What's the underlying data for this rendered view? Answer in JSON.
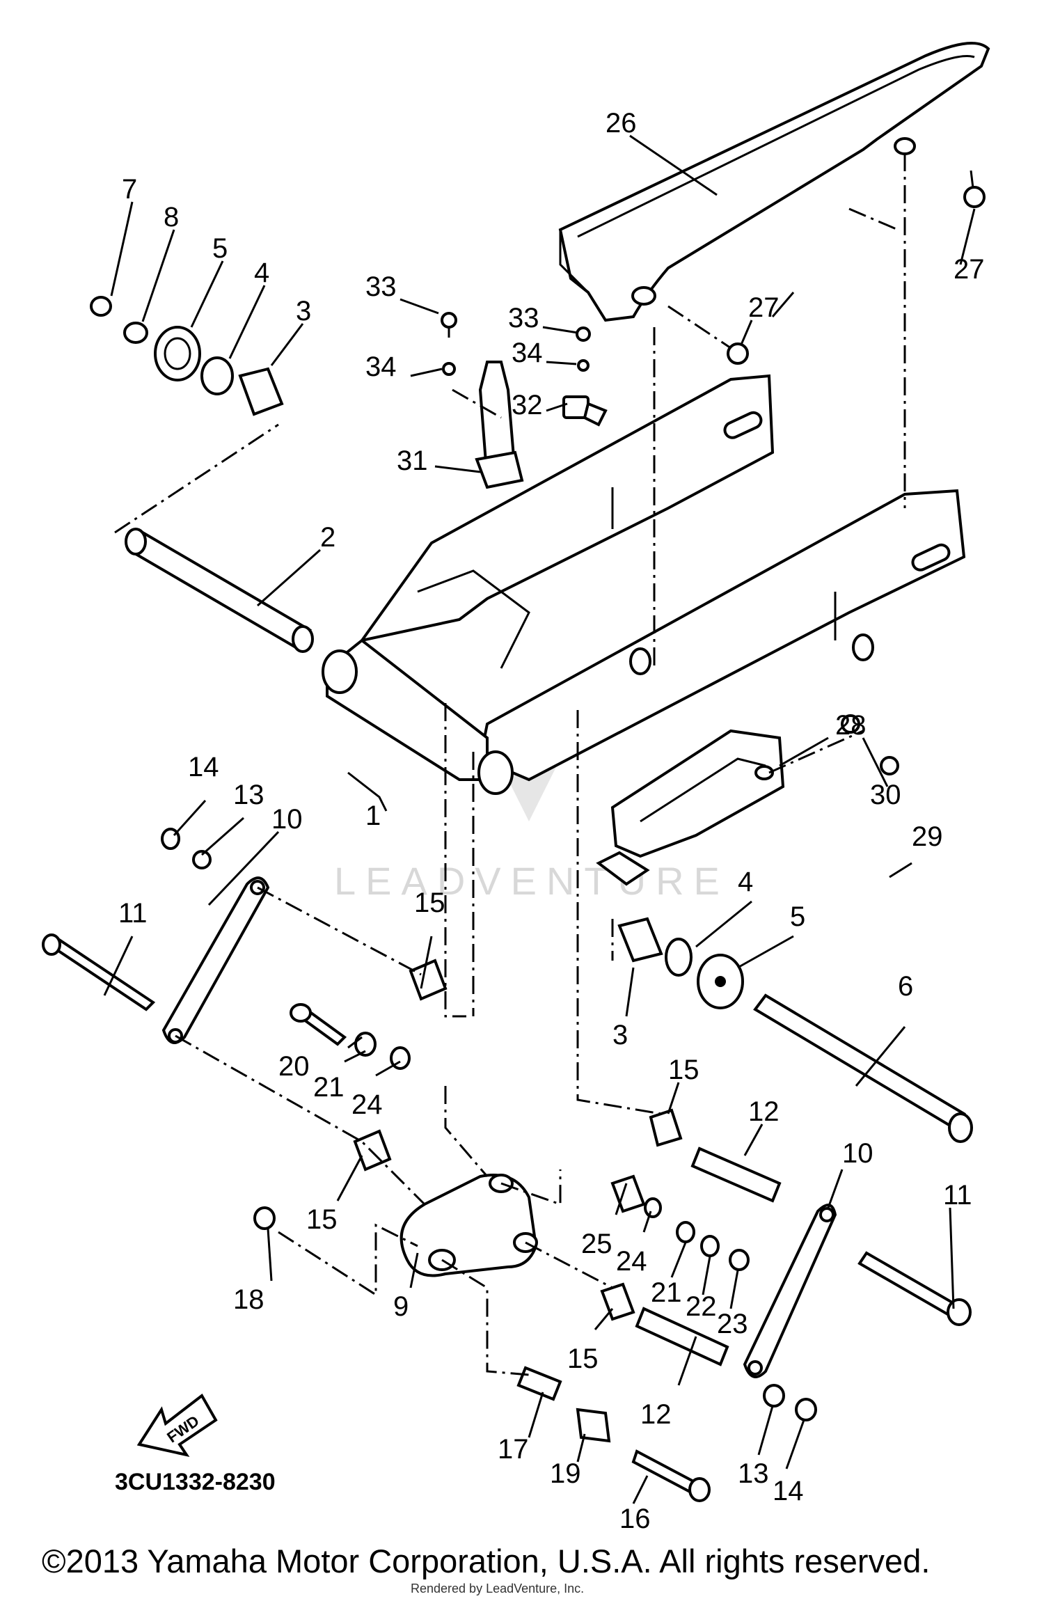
{
  "diagram": {
    "code": "3CU1332-8230",
    "fwd_label": "FWD",
    "watermark": "LEADVENTURE",
    "copyright": "©2013 Yamaha Motor Corporation, U.S.A. All rights reserved.",
    "render_credit": "Rendered by LeadVenture, Inc.",
    "callouts": [
      "1",
      "2",
      "3",
      "4",
      "5",
      "6",
      "7",
      "8",
      "9",
      "10",
      "11",
      "12",
      "13",
      "14",
      "15",
      "16",
      "17",
      "18",
      "19",
      "20",
      "21",
      "22",
      "23",
      "24",
      "25",
      "26",
      "27",
      "28",
      "29",
      "30",
      "31",
      "32",
      "33",
      "34"
    ]
  }
}
